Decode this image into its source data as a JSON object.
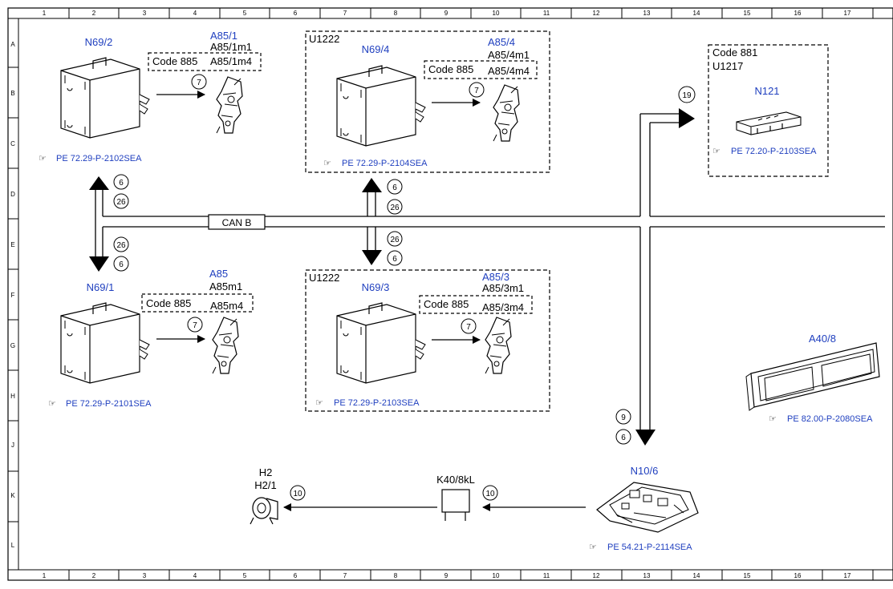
{
  "grid": {
    "columns": [
      "1",
      "2",
      "3",
      "4",
      "5",
      "6",
      "7",
      "8",
      "9",
      "10",
      "11",
      "12",
      "13",
      "14",
      "15",
      "16",
      "17"
    ],
    "rows": [
      "A",
      "B",
      "C",
      "D",
      "E",
      "F",
      "G",
      "H",
      "J",
      "K",
      "L"
    ]
  },
  "bus": {
    "label": "CAN B"
  },
  "components": {
    "n69_2": {
      "id": "N69/2",
      "ref": "PE 72.29-P-2102SEA"
    },
    "a85_1": {
      "id": "A85/1",
      "sub1": "A85/1m1",
      "sub2": "A85/1m4",
      "code": "Code 885"
    },
    "u1222_top": {
      "box_label": "U1222",
      "id": "N69/4",
      "ref": "PE 72.29-P-2104SEA"
    },
    "a85_4": {
      "id": "A85/4",
      "sub1": "A85/4m1",
      "sub2": "A85/4m4",
      "code": "Code 885"
    },
    "n121_box": {
      "code": "Code 881",
      "box_label": "U1217",
      "id": "N121",
      "ref": "PE 72.20-P-2103SEA"
    },
    "n69_1": {
      "id": "N69/1",
      "ref": "PE 72.29-P-2101SEA"
    },
    "a85": {
      "id": "A85",
      "sub1": "A85m1",
      "sub2": "A85m4",
      "code": "Code 885"
    },
    "u1222_bottom": {
      "box_label": "U1222",
      "id": "N69/3",
      "ref": "PE 72.29-P-2103SEA"
    },
    "a85_3": {
      "id": "A85/3",
      "sub1": "A85/3m1",
      "sub2": "A85/3m4",
      "code": "Code 885"
    },
    "a40_8": {
      "id": "A40/8",
      "ref": "PE 82.00-P-2080SEA"
    },
    "n10_6": {
      "id": "N10/6",
      "ref": "PE 54.21-P-2114SEA"
    },
    "k40_8kl": {
      "id": "K40/8kL"
    },
    "h2": {
      "id1": "H2",
      "id2": "H2/1"
    }
  },
  "signals": {
    "s7": "7",
    "s6": "6",
    "s26": "26",
    "s19": "19",
    "s9": "9",
    "s10": "10"
  },
  "colors": {
    "label_blue": "#1f3fbf",
    "line": "#000000"
  }
}
